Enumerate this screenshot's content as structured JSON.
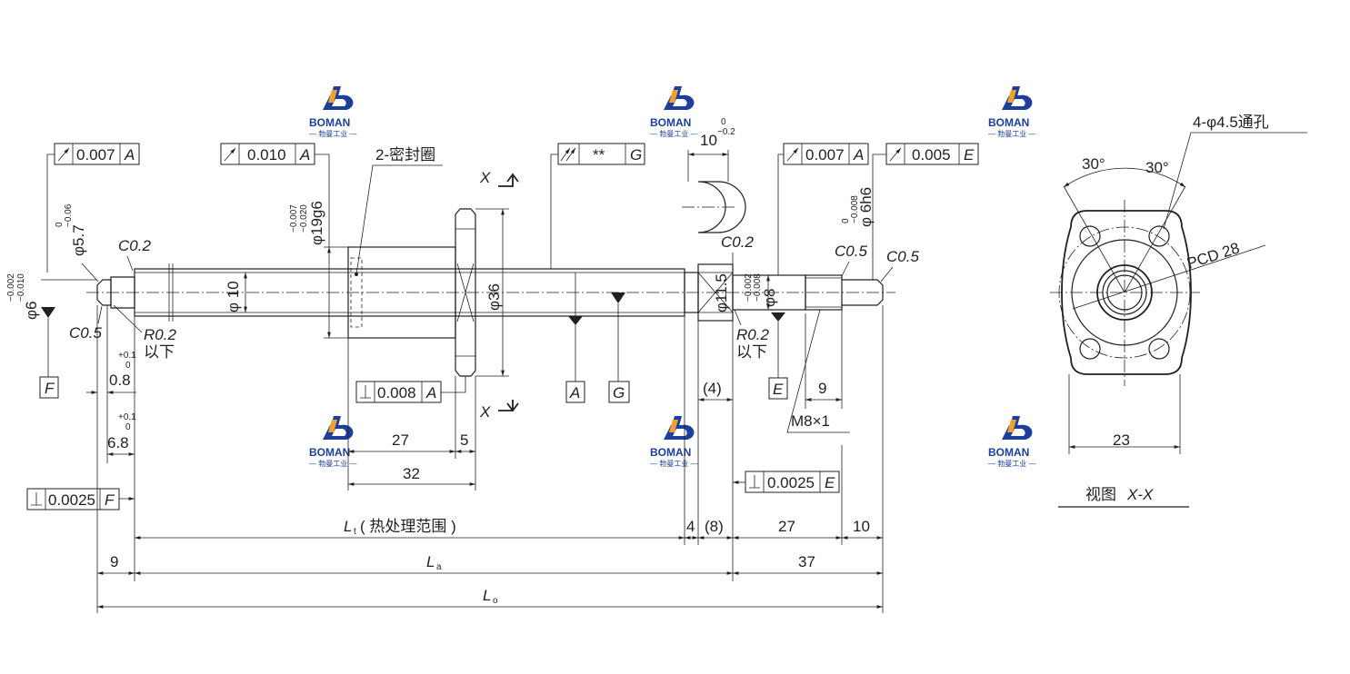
{
  "brand": {
    "name": "BOMAN",
    "subtitle": "— 勃曼工业 —",
    "colors": {
      "blue": "#1b3f9a",
      "orange": "#f2a12e",
      "line": "#231f20"
    }
  },
  "fcf": {
    "runout_left": {
      "value": "0.007",
      "datum": "A"
    },
    "runout_mid": {
      "value": "0.010",
      "datum": "A"
    },
    "runout_nut": {
      "value": "**",
      "datum": "G"
    },
    "runout_right1": {
      "value": "0.007",
      "datum": "A"
    },
    "runout_right2": {
      "value": "0.005",
      "datum": "E"
    },
    "perp_flange": {
      "value": "0.008",
      "datum": "A"
    },
    "perp_right": {
      "value": "0.0025",
      "datum": "E"
    },
    "perp_left": {
      "value": "0.0025",
      "datum": "F"
    }
  },
  "datums": {
    "F": "F",
    "A": "A",
    "G": "G",
    "E": "E"
  },
  "labels": {
    "seal": "2-密封圈",
    "phi6": "φ6",
    "phi6_tol_up": "−0.002",
    "phi6_tol_lo": "−0.010",
    "phi57": "φ5.7",
    "phi57_tol_up": "0",
    "phi57_tol_lo": "−0.06",
    "c02_left": "C0.2",
    "c05_left": "C0.5",
    "r02_left": "R0.2",
    "below_left": "以下",
    "phi10": "φ 10",
    "phi19": "φ19g6",
    "phi19_tol_up": "−0.007",
    "phi19_tol_lo": "−0.020",
    "phi36": "φ36",
    "section_x": "X",
    "dim_10_top": "10",
    "dim_10_tol_up": "0",
    "dim_10_tol_lo": "−0.2",
    "c02_right": "C0.2",
    "phi115": "φ11.5",
    "phi8": "φ8",
    "phi8_tol_up": "−0.002",
    "phi8_tol_lo": "−0.008",
    "phi6h6": "φ 6h6",
    "phi6h6_tol_up": "0",
    "phi6h6_tol_lo": "−0.008",
    "c05_right1": "C0.5",
    "c05_right2": "C0.5",
    "r02_right": "R0.2",
    "below_right": "以下",
    "thread": "M8×1",
    "dim_08": "0.8",
    "dim_08_tol_up": "+0.1",
    "dim_08_tol_lo": "0",
    "dim_68": "6.8",
    "dim_68_tol_up": "+0.1",
    "dim_68_tol_lo": "0",
    "dim_27_left": "27",
    "dim_5": "5",
    "dim_32": "32",
    "dim_4_paren": "(4)",
    "dim_9_right": "9",
    "dim_lt": "L",
    "dim_lt_sub": "t",
    "dim_lt_note": "( 热处理范围 )",
    "dim_4": "4",
    "dim_8_paren": "(8)",
    "dim_27_right": "27",
    "dim_10_right": "10",
    "dim_9_left": "9",
    "dim_la": "L",
    "dim_la_sub": "a",
    "dim_37": "37",
    "dim_lo": "L",
    "dim_lo_sub": "o"
  },
  "section_view": {
    "holes": "4-φ4.5通孔",
    "angle_left": "30°",
    "angle_right": "30°",
    "pcd": "PCD 28",
    "width": "23",
    "caption_prefix": "视图",
    "caption_name": "X-X"
  }
}
